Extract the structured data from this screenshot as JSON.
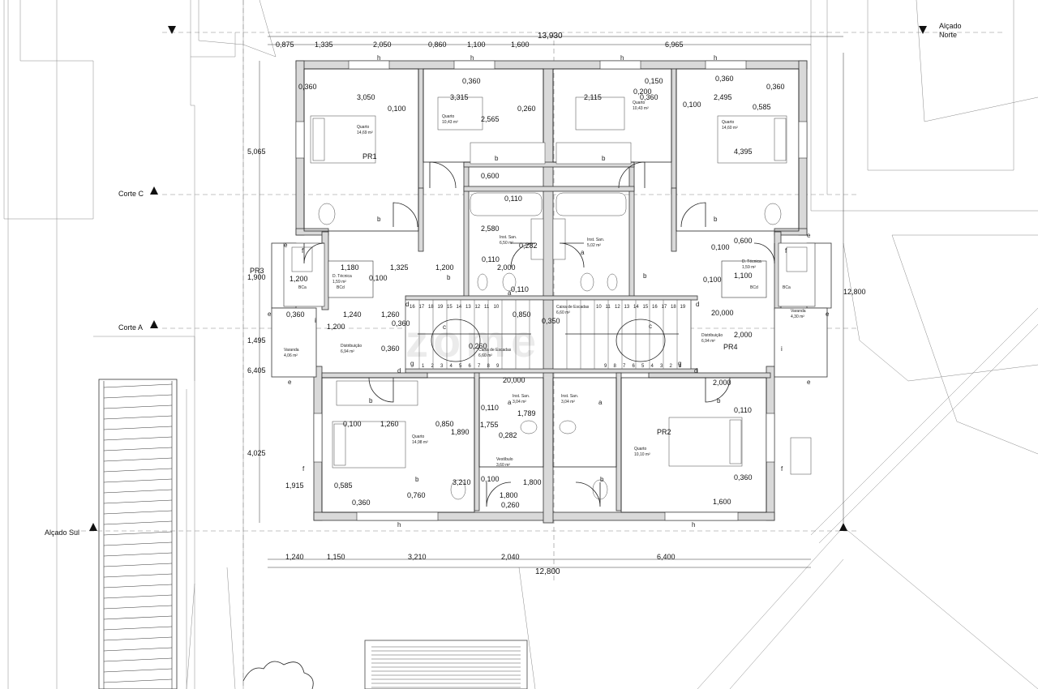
{
  "section_markers": {
    "alcado_norte": "Alçado Norte",
    "alcado_sul": "Alçado Sul",
    "corte_c": "Corte C",
    "corte_a": "Corte A"
  },
  "top_dims": {
    "total": "13,930",
    "seg": [
      "0,875",
      "1,335",
      "2,050",
      "0,860",
      "1,100",
      "1,600",
      "6,965"
    ]
  },
  "bottom_dims": {
    "total": "12,800",
    "seg": [
      "1,240",
      "1,150",
      "3,210",
      "2,040",
      "6,400"
    ]
  },
  "left_dims": [
    "5,065",
    "1,900",
    "1,495",
    "6,405",
    "4,025"
  ],
  "right_dims": [
    "12,800"
  ],
  "interior_dims": [
    "0,360",
    "3,050",
    "0,100",
    "0,360",
    "3,315",
    "2,565",
    "0,260",
    "2,115",
    "0,200",
    "0,360",
    "0,150",
    "0,100",
    "0,360",
    "2,495",
    "0,585",
    "0,360",
    "4,395",
    "0,600",
    "0,110",
    "2,580",
    "0,282",
    "0,110",
    "2,000",
    "0,110",
    "0,100",
    "0,600",
    "0,100",
    "1,100",
    "1,200",
    "1,180",
    "1,325",
    "1,200",
    "0,100",
    "0,360",
    "1,240",
    "1,260",
    "0,850",
    "1,200",
    "0,360",
    "0,350",
    "0,260",
    "2,000",
    "2,000",
    "0,100",
    "1,260",
    "0,850",
    "1,890",
    "0,110",
    "1,755",
    "1,789",
    "0,282",
    "0,110",
    "1,915",
    "0,585",
    "0,360",
    "0,760",
    "3,210",
    "0,100",
    "1,800",
    "1,800",
    "0,260",
    "0,360",
    "1,600",
    "0,360",
    "20,000",
    "20,000",
    "0,110"
  ],
  "units": {
    "pr1": "PR1",
    "pr2": "PR2",
    "pr3": "PR3",
    "pr4": "PR4"
  },
  "rooms": [
    {
      "name": "Quarto",
      "area": "14,69 m²"
    },
    {
      "name": "Quarto",
      "area": "10,43 m²"
    },
    {
      "name": "Quarto",
      "area": "10,43 m²"
    },
    {
      "name": "Quarto",
      "area": "14,60 m²"
    },
    {
      "name": "Inst. San.",
      "area": "6,50 m²"
    },
    {
      "name": "Inst. San.",
      "area": "5,02 m²"
    },
    {
      "name": "D. Técnica",
      "area": "1,59 m²"
    },
    {
      "name": "D. Técnica",
      "area": "1,59 m²"
    },
    {
      "name": "Varanda",
      "area": "4,06 m²"
    },
    {
      "name": "Varanda",
      "area": "4,30 m²"
    },
    {
      "name": "Distribuição",
      "area": "6,94 m²"
    },
    {
      "name": "Distribuição",
      "area": "6,94 m²"
    },
    {
      "name": "Caixa de Escadas",
      "area": "6,60 m²"
    },
    {
      "name": "Caixa de Escadas",
      "area": "6,60 m²"
    },
    {
      "name": "Inst. San.",
      "area": "3,04 m²"
    },
    {
      "name": "Inst. San.",
      "area": "3,04 m²"
    },
    {
      "name": "Quarto",
      "area": "14,98 m²"
    },
    {
      "name": "Vestíbulo",
      "area": "3,60 m²"
    },
    {
      "name": "Quarto",
      "area": "10,10 m²"
    }
  ],
  "stair_numbers_top_left": [
    "16",
    "17",
    "18",
    "19",
    "15",
    "14",
    "13",
    "12",
    "11",
    "10"
  ],
  "stair_numbers_top_right": [
    "10",
    "11",
    "12",
    "13",
    "14",
    "15",
    "16",
    "17",
    "18",
    "19"
  ],
  "stair_numbers_bottom_left": [
    "1",
    "2",
    "3",
    "4",
    "5",
    "6",
    "7",
    "8",
    "9"
  ],
  "stair_numbers_bottom_right": [
    "9",
    "8",
    "7",
    "6",
    "5",
    "4",
    "3",
    "2",
    "1"
  ],
  "watermark": "zome",
  "letter_marks": [
    "b",
    "h",
    "c",
    "d",
    "e",
    "f",
    "g",
    "i",
    "a",
    "BCa",
    "BCd"
  ]
}
